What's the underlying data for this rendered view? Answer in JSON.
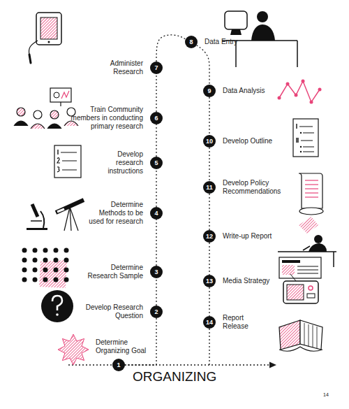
{
  "diagram": {
    "nodes": [
      {
        "text": [
          "1",
          "Determine Organizing Goal"
        ]
      },
      {
        "text": [
          "2",
          "Develop Research Question"
        ]
      },
      {
        "text": [
          "3",
          "Determine Research Sample"
        ]
      },
      {
        "text": [
          "4",
          "Determine Methods to be used for research"
        ]
      },
      {
        "text": [
          "5",
          "Develop research instructions"
        ]
      },
      {
        "text": [
          "6",
          "Train Community members in conducting primary research"
        ]
      },
      {
        "text": [
          "7",
          "Administer Research"
        ]
      },
      {
        "text": [
          "8",
          "Data Entry"
        ]
      },
      {
        "text": [
          "9",
          "Data Analysis"
        ]
      },
      {
        "text": [
          "10",
          "Develop Outline"
        ]
      },
      {
        "text": [
          "11",
          "Develop Policy Recommendations"
        ]
      },
      {
        "text": [
          "12",
          "Write-up Report"
        ]
      },
      {
        "text": [
          "13",
          "Media Strategy"
        ]
      },
      {
        "text": [
          "14",
          "Report Release"
        ]
      }
    ],
    "edges": [
      {
        "from": 0,
        "to": 1,
        "arrow": "none"
      },
      {
        "from": 1,
        "to": 2,
        "arrow": "none"
      },
      {
        "from": 2,
        "to": 3,
        "arrow": "none"
      },
      {
        "from": 3,
        "to": 4,
        "arrow": "none"
      },
      {
        "from": 4,
        "to": 5,
        "arrow": "none"
      },
      {
        "from": 5,
        "to": 6,
        "arrow": "none"
      },
      {
        "from": 6,
        "to": 7,
        "arrow": "none"
      },
      {
        "from": 7,
        "to": 8,
        "arrow": "none"
      },
      {
        "from": 8,
        "to": 9,
        "arrow": "none"
      },
      {
        "from": 9,
        "to": 10,
        "arrow": "none"
      },
      {
        "from": 10,
        "to": 11,
        "arrow": "none"
      },
      {
        "from": 11,
        "to": 12,
        "arrow": "none"
      },
      {
        "from": 12,
        "to": 13,
        "arrow": "none"
      }
    ],
    "labels": [
      "ORGANIZING",
      "14"
    ]
  }
}
